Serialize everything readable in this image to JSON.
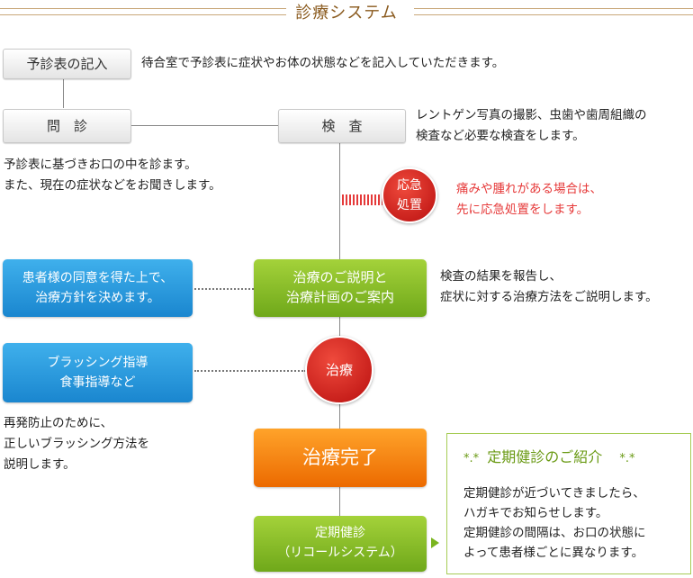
{
  "title": "診療システム",
  "steps": {
    "yoshinhyo": {
      "label": "予診表の記入",
      "desc": "待合室で予診表に症状やお体の状態などを記入していただきます。"
    },
    "monshin": {
      "label": "問　診",
      "desc_lines": [
        "予診表に基づきお口の中を診ます。",
        "また、現在の症状などをお聞きします。"
      ]
    },
    "kensa": {
      "label": "検　査",
      "desc_lines": [
        "レントゲン写真の撮影、虫歯や歯周組織の",
        "検査など必要な検査をします。"
      ]
    },
    "emergency": {
      "label_lines": [
        "応急",
        "処置"
      ],
      "desc_lines": [
        "痛みや腫れがある場合は、",
        "先に応急処置をします。"
      ]
    },
    "explanation": {
      "label_lines": [
        "治療のご説明と",
        "治療計画のご案内"
      ],
      "desc_lines": [
        "検査の結果を報告し、",
        "症状に対する治療方法をご説明します。"
      ]
    },
    "consent": {
      "label_lines": [
        "患者様の同意を得た上で、",
        "治療方針を決めます。"
      ]
    },
    "brushing": {
      "label_lines": [
        "ブラッシング指導",
        "食事指導など"
      ],
      "desc_lines": [
        "再発防止のために、",
        "正しいブラッシング方法を",
        "説明します。"
      ]
    },
    "treatment": {
      "label": "治療"
    },
    "complete": {
      "label": "治療完了"
    },
    "checkup": {
      "label_lines": [
        "定期健診",
        "（リコールシステム）"
      ]
    }
  },
  "info": {
    "heading": "定期健診のご紹介",
    "ornament": "*.*",
    "lines": [
      "定期健診が近づいてきましたら、",
      "ハガキでお知らせします。",
      "定期健診の間隔は、お口の状態に",
      "よって患者様ごとに異なります。"
    ]
  },
  "colors": {
    "title": "#8a5a1e",
    "blue": "#1a86cf",
    "green": "#7ab51f",
    "orange": "#f07800",
    "red": "#c8161d",
    "redText": "#e63a3a"
  }
}
